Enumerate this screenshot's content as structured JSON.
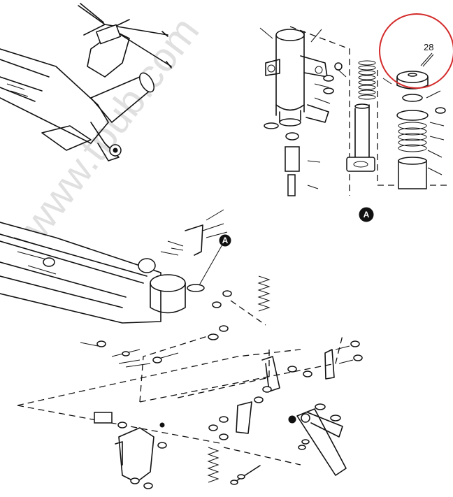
{
  "watermark": "www.tpub.com",
  "callout": {
    "number": "28",
    "circle_color": "#d42a2a"
  },
  "detail_reference": "A",
  "colors": {
    "line": "#111111",
    "background": "#ffffff",
    "watermark": "#c8c8c8"
  }
}
